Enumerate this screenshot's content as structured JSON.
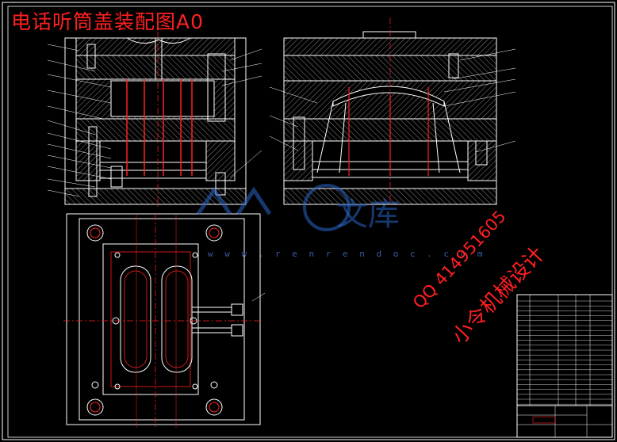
{
  "title": "电话听筒盖装配图A0",
  "watermark": {
    "brand": "文库",
    "url": "w w w . r e n r e n d o c . c o m"
  },
  "contact": {
    "qq": "QQ 414951605",
    "designer": "小令机械设计"
  },
  "colors": {
    "background": "#000000",
    "line": "#ffffff",
    "red": "#ff2020",
    "hatch": "#bdbdbd",
    "watermark": "#2a66c8",
    "leader": "#3fc43f"
  },
  "icons": [
    "cross-section-left",
    "cross-section-right",
    "plan-view",
    "title-block",
    "parts-list"
  ]
}
